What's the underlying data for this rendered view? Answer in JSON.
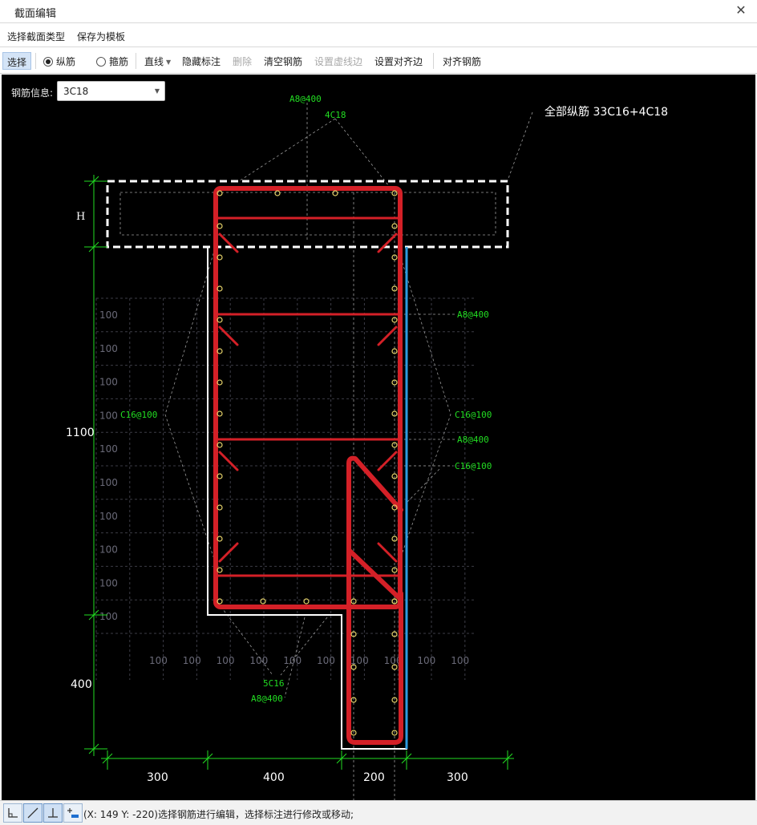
{
  "window": {
    "title": "截面编辑",
    "close_glyph": "✕"
  },
  "menu": {
    "items": [
      "选择截面类型",
      "保存为模板"
    ]
  },
  "toolbar": {
    "select": "选择",
    "radio_long": "纵筋",
    "radio_stirrup": "箍筋",
    "line": "直线",
    "hide_labels": "隐藏标注",
    "delete": "删除",
    "clear": "清空钢筋",
    "set_virtual_edge": "设置虚线边",
    "set_align_edge": "设置对齐边",
    "align_rebar": "对齐钢筋"
  },
  "rebar_info": {
    "label": "钢筋信息:",
    "value": "3C18"
  },
  "drawing": {
    "total_label": "全部纵筋 33C16+4C18",
    "top_labels": [
      "A8@400",
      "4C18"
    ],
    "left_label": "C16@100",
    "right_labels": [
      "A8@400",
      "C16@100",
      "A8@400",
      "C16@100"
    ],
    "bottom_labels": [
      "5C16",
      "A8@400"
    ],
    "dim_h": "H",
    "dim_1100": "1100",
    "dim_400": "400",
    "bottom_dims": [
      "300",
      "400",
      "200",
      "300"
    ],
    "grid_label": "100",
    "colors": {
      "rebar": "#d42027",
      "outline": "#ffffff",
      "align_edge": "#2e9be0",
      "annotation": "#22dd22",
      "point": "#e6d36a"
    }
  },
  "status": {
    "text": "(X: 149 Y: -220)选择钢筋进行编辑，选择标注进行修改或移动;"
  },
  "status_buttons": [
    "ortho-icon",
    "line-icon",
    "perpendicular-icon",
    "add-dim-icon"
  ]
}
